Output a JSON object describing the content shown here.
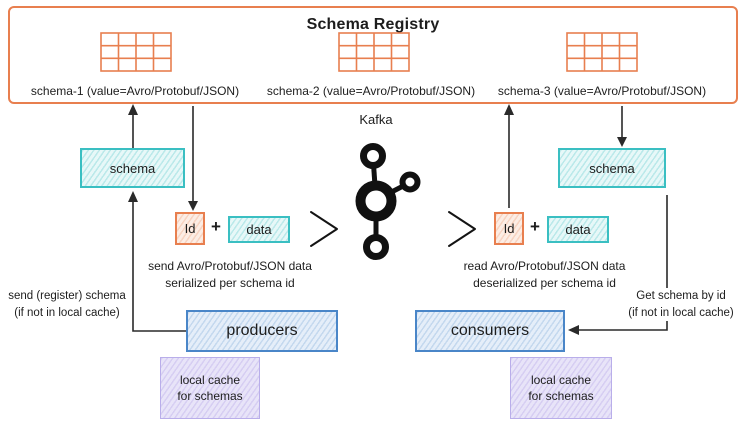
{
  "registry": {
    "title": "Schema Registry",
    "schemas": [
      {
        "label": "schema-1 (value=Avro/Protobuf/JSON)"
      },
      {
        "label": "schema-2 (value=Avro/Protobuf/JSON)"
      },
      {
        "label": "schema-3 (value=Avro/Protobuf/JSON)"
      }
    ]
  },
  "kafka": {
    "label": "Kafka"
  },
  "producers": {
    "schema_box": "schema",
    "id_box": "Id",
    "plus": "+",
    "data_box": "data",
    "flow_note": "send Avro/Protobuf/JSON data\nserialized per schema id",
    "side_note": "send (register) schema\n(if not in local cache)",
    "label": "producers",
    "cache": "local cache\nfor schemas"
  },
  "consumers": {
    "schema_box": "schema",
    "id_box": "Id",
    "plus": "+",
    "data_box": "data",
    "flow_note": "read Avro/Protobuf/JSON data\ndeserialized per schema id",
    "side_note": "Get schema by id\n(if not in local cache)",
    "label": "consumers",
    "cache": "local cache\nfor schemas"
  },
  "colors": {
    "accent_orange": "#e87f4f",
    "accent_teal": "#3abfc2",
    "accent_blue": "#4a86c8",
    "accent_purple": "#b9aeea",
    "ink": "#1d1d1d"
  },
  "icons": {
    "schema_table": "table-grid-icon",
    "kafka_logo": "kafka-logo-icon",
    "chevron": "chevron-right-icon",
    "arrow": "arrow-line"
  }
}
